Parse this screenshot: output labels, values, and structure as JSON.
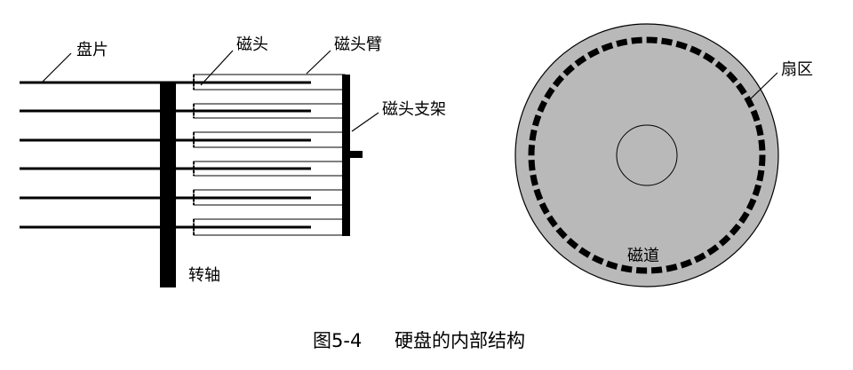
{
  "labels": {
    "platter": "盘片",
    "head": "磁头",
    "head_arm": "磁头臂",
    "head_bracket": "磁头支架",
    "spindle": "转轴",
    "sector": "扇区",
    "track": "磁道"
  },
  "caption": {
    "number": "图5-4",
    "title": "硬盘的内部结构"
  },
  "colors": {
    "disk_fill": "#b9b9b9",
    "ink": "#000000",
    "background": "#ffffff"
  }
}
